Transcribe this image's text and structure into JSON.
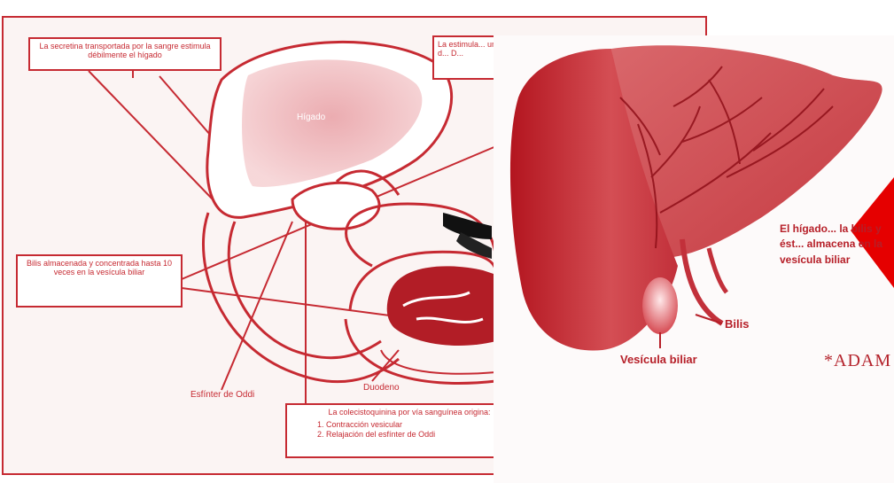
{
  "left_diagram": {
    "box_secretina": "La secretina transportada por la sangre estimula débilmente el hígado",
    "box_estimula": "La estimula... una d... D...",
    "box_bilis": "Bilis almacenada y concentrada hasta 10 veces en la vesícula biliar",
    "label_higado": "Hígado",
    "label_esfinter": "Esfínter de Oddi",
    "label_duodeno": "Duodeno",
    "box_cck_title": "La colecistoquinina por vía sanguínea origina:",
    "box_cck_item1": "1. Contracción vesicular",
    "box_cck_item2": "2. Relajación del esfínter de Oddi"
  },
  "right_illustration": {
    "caption": "El hígado... la bilis y ést... almacena en la vesícula biliar",
    "label_bilis": "Bilis",
    "label_vesicula": "Vesícula biliar",
    "logo": "*ADAM"
  },
  "colors": {
    "line": "#c62a32",
    "liver_dark": "#b21d26",
    "liver_light": "#d9575d",
    "overlay_red": "#e50000"
  }
}
